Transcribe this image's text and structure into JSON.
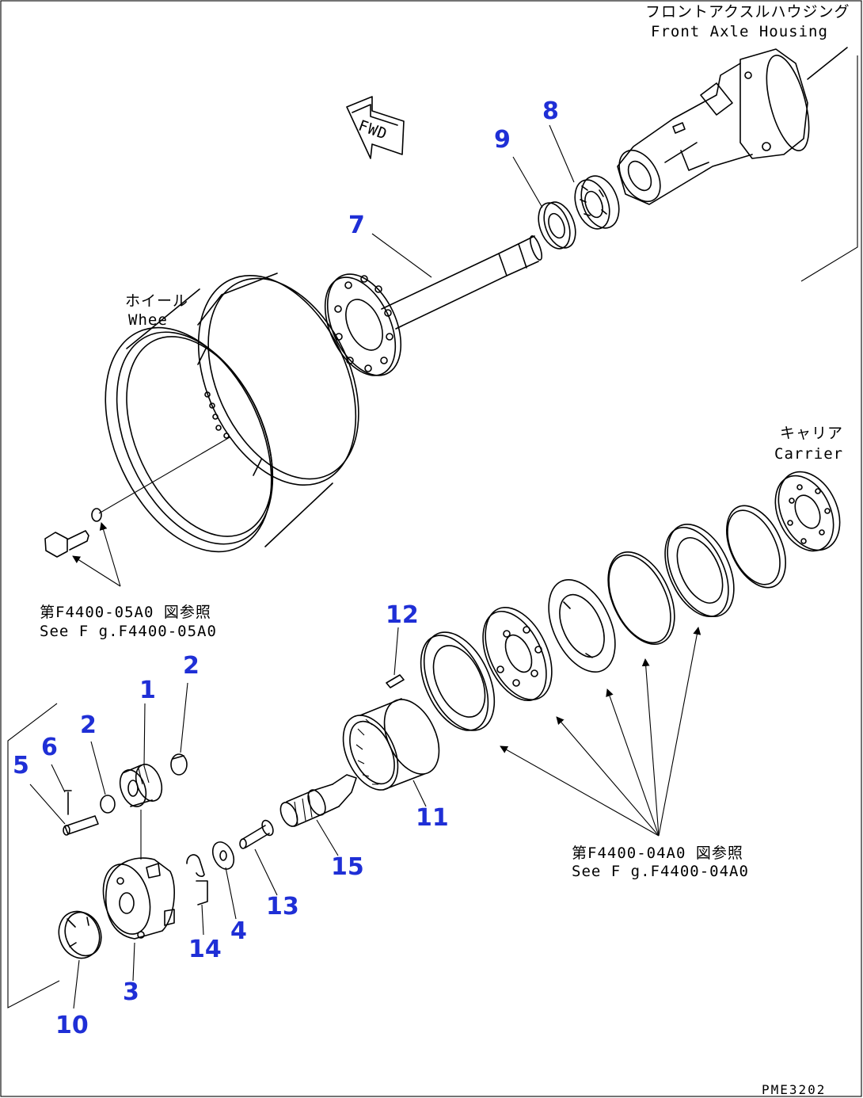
{
  "callouts": {
    "front_axle_housing": {
      "jp": "フロントアクスルハウジング",
      "en": "Front Axle Housing"
    },
    "wheel": {
      "jp": "ホイール",
      "en": "Whee"
    },
    "carrier": {
      "jp": "キャリア",
      "en": "Carrier"
    },
    "fwd": "FWD",
    "see_fig_05a0": {
      "jp": "第F4400-05A0 図参照",
      "en": "See F g.F4400-05A0"
    },
    "see_fig_04a0": {
      "jp": "第F4400-04A0 図参照",
      "en": "See F g.F4400-04A0"
    },
    "drawing_code": "PME3202"
  },
  "part_numbers": {
    "p1": "1",
    "p2a": "2",
    "p2b": "2",
    "p3": "3",
    "p4": "4",
    "p5": "5",
    "p6": "6",
    "p7": "7",
    "p8": "8",
    "p9": "9",
    "p10": "10",
    "p11": "11",
    "p12": "12",
    "p13": "13",
    "p14": "14",
    "p15": "15"
  },
  "colors": {
    "part_number": "#1f2fd6",
    "line": "#000000",
    "background": "#ffffff"
  }
}
